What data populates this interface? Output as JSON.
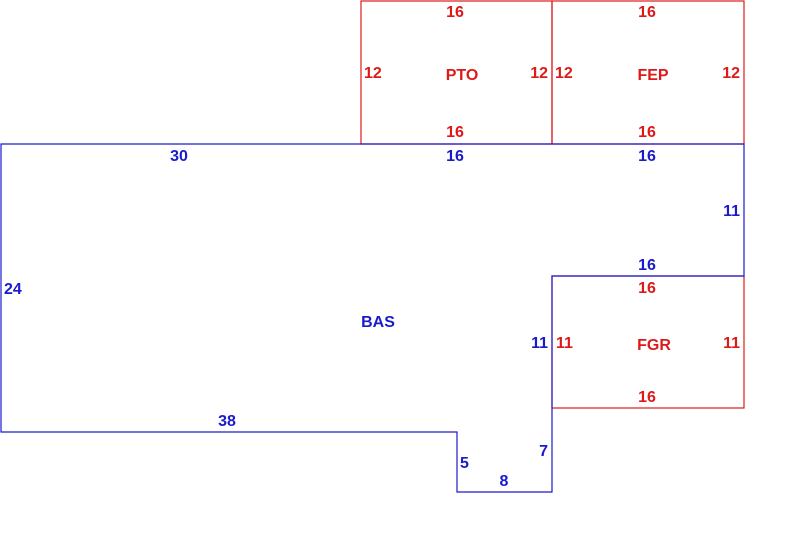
{
  "colors": {
    "main": "#1a1acc",
    "addition": "#dd1a1a",
    "background": "#ffffff"
  },
  "areas": {
    "bas": {
      "code": "BAS",
      "dims": {
        "top_left": "30",
        "top_mid": "16",
        "top_right": "16",
        "right_upper": "11",
        "step_top": "16",
        "step_side": "11",
        "left": "24",
        "bottom": "38",
        "notch_left": "5",
        "notch_bottom": "8",
        "notch_right": "7"
      }
    },
    "pto": {
      "code": "PTO",
      "dims": {
        "top": "16",
        "left": "12",
        "right": "12",
        "bottom": "16"
      }
    },
    "fep": {
      "code": "FEP",
      "dims": {
        "top": "16",
        "left": "12",
        "right": "12",
        "bottom": "16"
      }
    },
    "fgr": {
      "code": "FGR",
      "dims": {
        "top": "16",
        "left": "11",
        "right": "11",
        "bottom": "16"
      }
    }
  }
}
